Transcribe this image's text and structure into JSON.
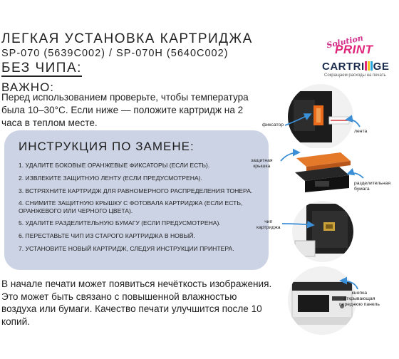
{
  "header": {
    "title": "ЛЕГКАЯ УСТАНОВКА КАРТРИДЖА",
    "models": "SP-070 (5639C002) / SP-070H (5640C002)",
    "no_chip": "БЕЗ ЧИПА:"
  },
  "important": {
    "title": "ВАЖНО:",
    "text": "Перед использованием проверьте, чтобы температура была 10–30°С. Если ниже — положите картридж на 2 часа в теплом месте."
  },
  "instructions": {
    "title": "ИНСТРУКЦИЯ ПО ЗАМЕНЕ:",
    "steps": [
      "1. УДАЛИТЕ БОКОВЫЕ ОРАНЖЕВЫЕ ФИКСАТОРЫ (ЕСЛИ ЕСТЬ).",
      "2. ИЗВЛЕКИТЕ ЗАЩИТНУЮ ЛЕНТУ (ЕСЛИ ПРЕДУСМОТРЕНА).",
      "3. ВСТРЯХНИТЕ КАРТРИДЖ ДЛЯ РАВНОМЕРНОГО РАСПРЕДЕЛЕНИЯ ТОНЕРА.",
      "4. СНИМИТЕ ЗАЩИТНУЮ КРЫШКУ С ФОТОВАЛА КАРТРИДЖА (ЕСЛИ ЕСТЬ, ОРАНЖЕВОГО ИЛИ ЧЕРНОГО ЦВЕТА).",
      "5. УДАЛИТЕ РАЗДЕЛИТЕЛЬНУЮ БУМАГУ (ЕСЛИ ПРЕДУСМОТРЕНА).",
      "6. ПЕРЕСТАВЬТЕ ЧИП ИЗ СТАРОГО КАРТРИДЖА В НОВЫЙ.",
      "7. УСТАНОВИТЕ НОВЫЙ КАРТРИДЖ, СЛЕДУЯ ИНСТРУКЦИИ ПРИНТЕРА."
    ]
  },
  "note": "В начале печати может появиться нечёткость изображения. Это может быть связано с повышенной влажностью воздуха или бумаги. Качество печати улучшится после 10 копий.",
  "logos": {
    "sp_script": "Solution",
    "sp_print": "PRINT",
    "cartridge_left": "CARTRI",
    "cartridge_right": "GE",
    "cartridge_tagline": "Сокращаем расходы на печать"
  },
  "callouts": {
    "retainer": "фиксатор",
    "tape": "лента",
    "cover": "защитная\nкрышка",
    "separator": "разделительная\nбумага",
    "chip": "чип\nкартриджа",
    "front_panel": "кнопка\nоткрывающая\nпереднюю панель"
  },
  "colors": {
    "panel_bg": "#ccd3e4",
    "arrow": "#3b8fd6",
    "brand_pink": "#e0247a",
    "brand_navy": "#1b2b4e"
  }
}
